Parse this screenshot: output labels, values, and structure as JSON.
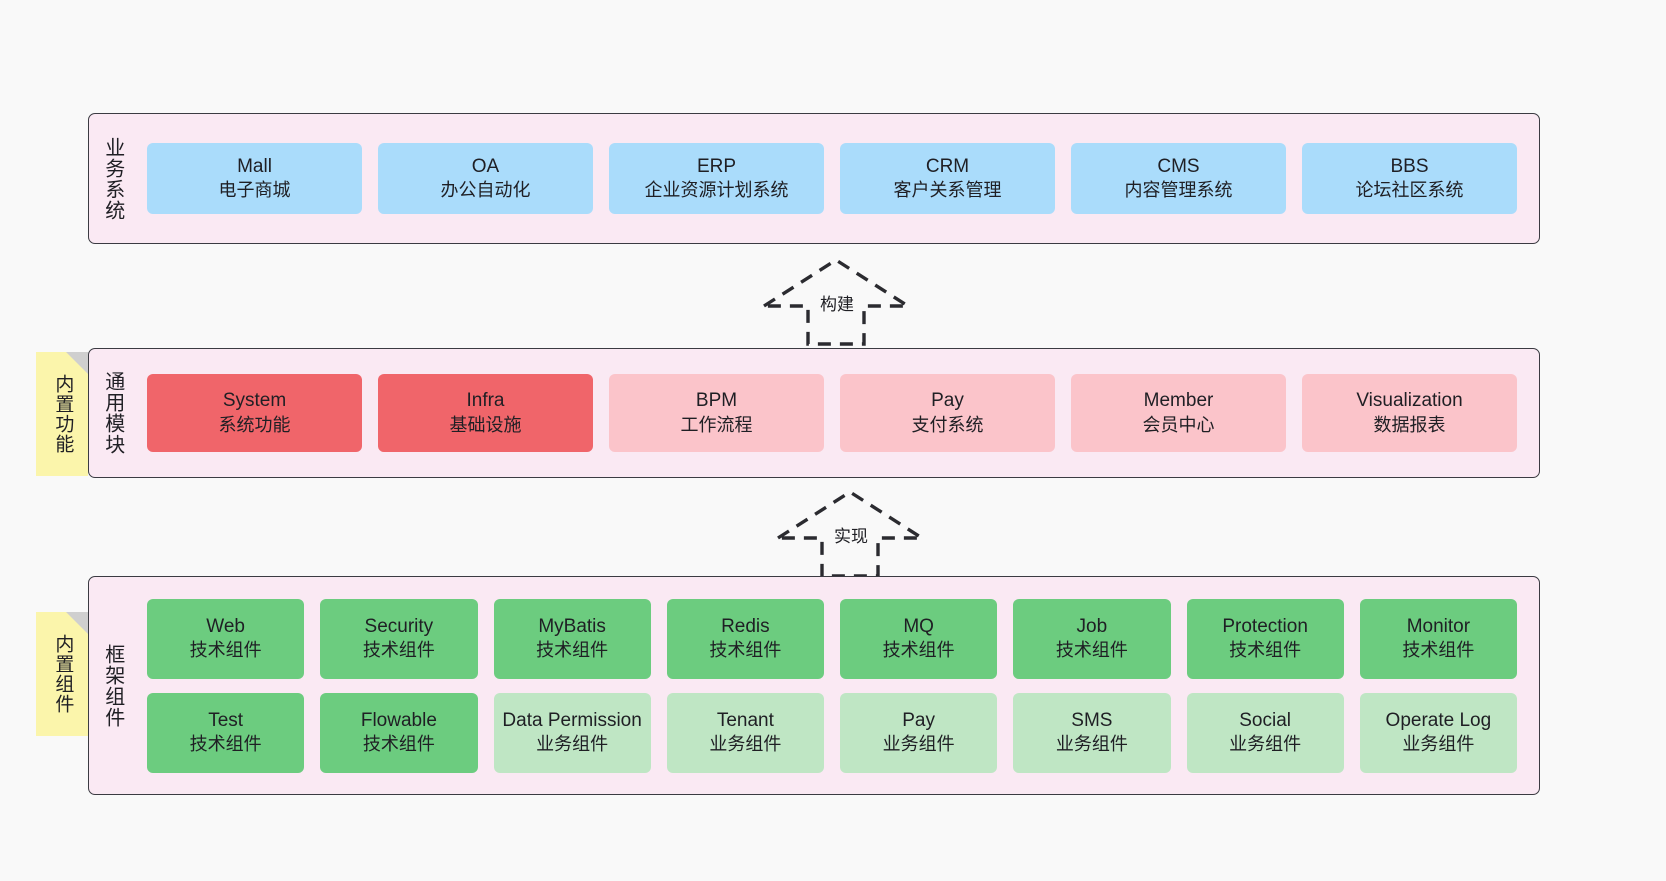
{
  "diagram": {
    "layers": [
      {
        "id": "business",
        "title": "业务系统",
        "cards": [
          {
            "en": "Mall",
            "cn": "电子商城",
            "color": "#aadcfb"
          },
          {
            "en": "OA",
            "cn": "办公自动化",
            "color": "#aadcfb"
          },
          {
            "en": "ERP",
            "cn": "企业资源计划系统",
            "color": "#aadcfb"
          },
          {
            "en": "CRM",
            "cn": "客户关系管理",
            "color": "#aadcfb"
          },
          {
            "en": "CMS",
            "cn": "内容管理系统",
            "color": "#aadcfb"
          },
          {
            "en": "BBS",
            "cn": "论坛社区系统",
            "color": "#aadcfb"
          }
        ]
      },
      {
        "id": "common",
        "title": "通用模块",
        "cards": [
          {
            "en": "System",
            "cn": "系统功能",
            "color": "#f0656a"
          },
          {
            "en": "Infra",
            "cn": "基础设施",
            "color": "#f0656a"
          },
          {
            "en": "BPM",
            "cn": "工作流程",
            "color": "#fbc4ca"
          },
          {
            "en": "Pay",
            "cn": "支付系统",
            "color": "#fbc4ca"
          },
          {
            "en": "Member",
            "cn": "会员中心",
            "color": "#fbc4ca"
          },
          {
            "en": "Visualization",
            "cn": "数据报表",
            "color": "#fbc4ca"
          }
        ]
      },
      {
        "id": "framework",
        "title": "框架组件",
        "rows": [
          [
            {
              "en": "Web",
              "cn": "技术组件",
              "color": "#6ccc7f"
            },
            {
              "en": "Security",
              "cn": "技术组件",
              "color": "#6ccc7f"
            },
            {
              "en": "MyBatis",
              "cn": "技术组件",
              "color": "#6ccc7f"
            },
            {
              "en": "Redis",
              "cn": "技术组件",
              "color": "#6ccc7f"
            },
            {
              "en": "MQ",
              "cn": "技术组件",
              "color": "#6ccc7f"
            },
            {
              "en": "Job",
              "cn": "技术组件",
              "color": "#6ccc7f"
            },
            {
              "en": "Protection",
              "cn": "技术组件",
              "color": "#6ccc7f"
            },
            {
              "en": "Monitor",
              "cn": "技术组件",
              "color": "#6ccc7f"
            }
          ],
          [
            {
              "en": "Test",
              "cn": "技术组件",
              "color": "#6ccc7f"
            },
            {
              "en": "Flowable",
              "cn": "技术组件",
              "color": "#6ccc7f"
            },
            {
              "en": "Data Permission",
              "cn": "业务组件",
              "color": "#bfe6c4"
            },
            {
              "en": "Tenant",
              "cn": "业务组件",
              "color": "#bfe6c4"
            },
            {
              "en": "Pay",
              "cn": "业务组件",
              "color": "#bfe6c4"
            },
            {
              "en": "SMS",
              "cn": "业务组件",
              "color": "#bfe6c4"
            },
            {
              "en": "Social",
              "cn": "业务组件",
              "color": "#bfe6c4"
            },
            {
              "en": "Operate Log",
              "cn": "业务组件",
              "color": "#bfe6c4"
            }
          ]
        ]
      }
    ],
    "notes": [
      {
        "id": "features",
        "text": "内置功能"
      },
      {
        "id": "components",
        "text": "内置组件"
      }
    ],
    "connectors": [
      {
        "id": "build",
        "label": "构建"
      },
      {
        "id": "impl",
        "label": "实现"
      }
    ],
    "colors": {
      "layer_background": "#fae9f3",
      "layer_border": "#3b3b42",
      "note_background": "#fbf5ab",
      "canvas_background": "#f9f9f9"
    }
  }
}
